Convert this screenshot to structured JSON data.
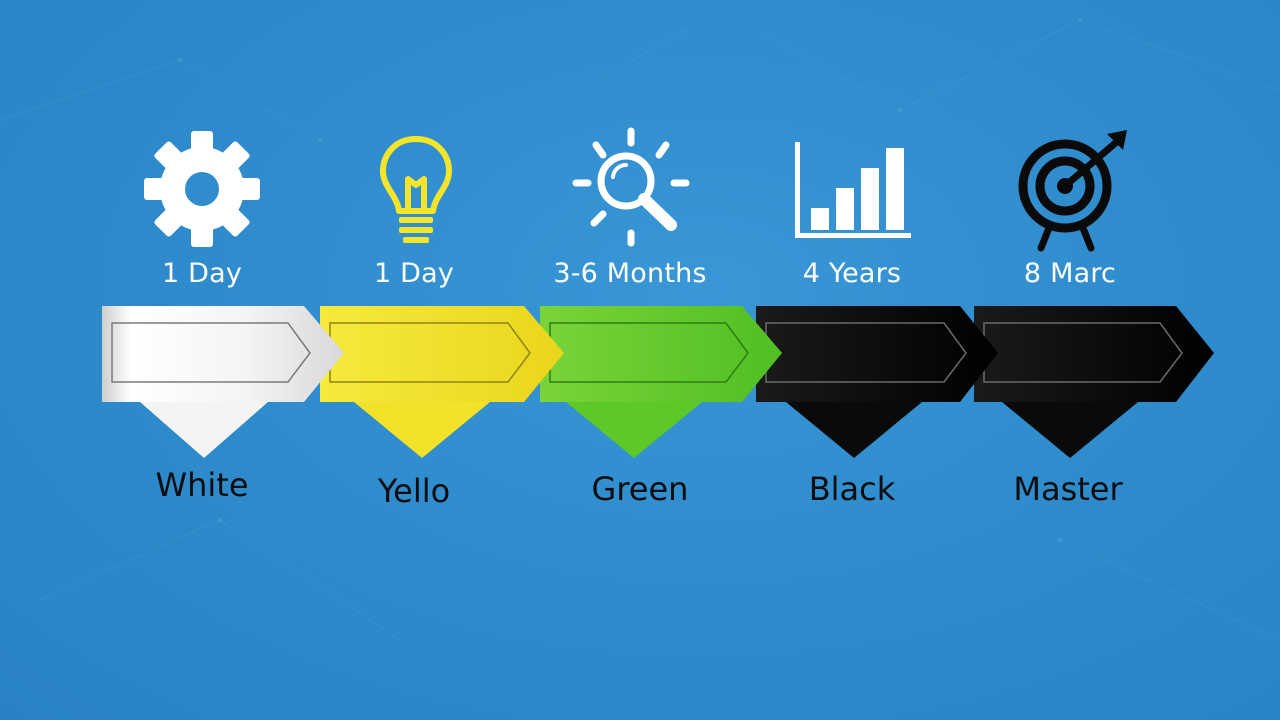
{
  "stages": [
    {
      "duration": "1 Day",
      "belt": "White",
      "icon": "gear-icon",
      "color": "#f2f2f2"
    },
    {
      "duration": "1 Day",
      "belt": "Yello",
      "icon": "lightbulb-icon",
      "color": "#f2e22a"
    },
    {
      "duration": "3-6 Months",
      "belt": "Green",
      "icon": "magnifier-icon",
      "color": "#5cc928"
    },
    {
      "duration": "4 Years",
      "belt": "Black",
      "icon": "bar-chart-icon",
      "color": "#0a0a0a"
    },
    {
      "duration": "8 Marc",
      "belt": "Master",
      "icon": "target-icon",
      "color": "#0a0a0a"
    }
  ]
}
